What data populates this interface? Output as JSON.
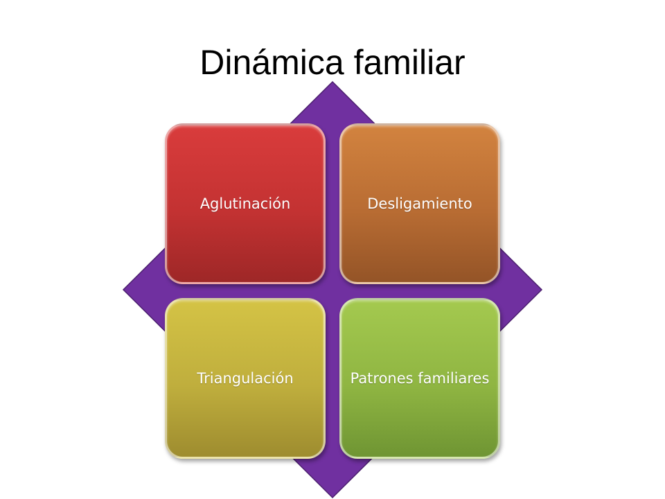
{
  "slide": {
    "title": "Dinámica familiar"
  },
  "diagram": {
    "type": "matrix-2x2-with-diamond",
    "diamond_color": "#7030a0",
    "tiles": [
      {
        "label": "Aglutinación",
        "color": "#c33232"
      },
      {
        "label": "Desligamiento",
        "color": "#b86c33"
      },
      {
        "label": "Triangulación",
        "color": "#bfae3d"
      },
      {
        "label": "Patrones familiares",
        "color": "#8fb542"
      }
    ]
  }
}
